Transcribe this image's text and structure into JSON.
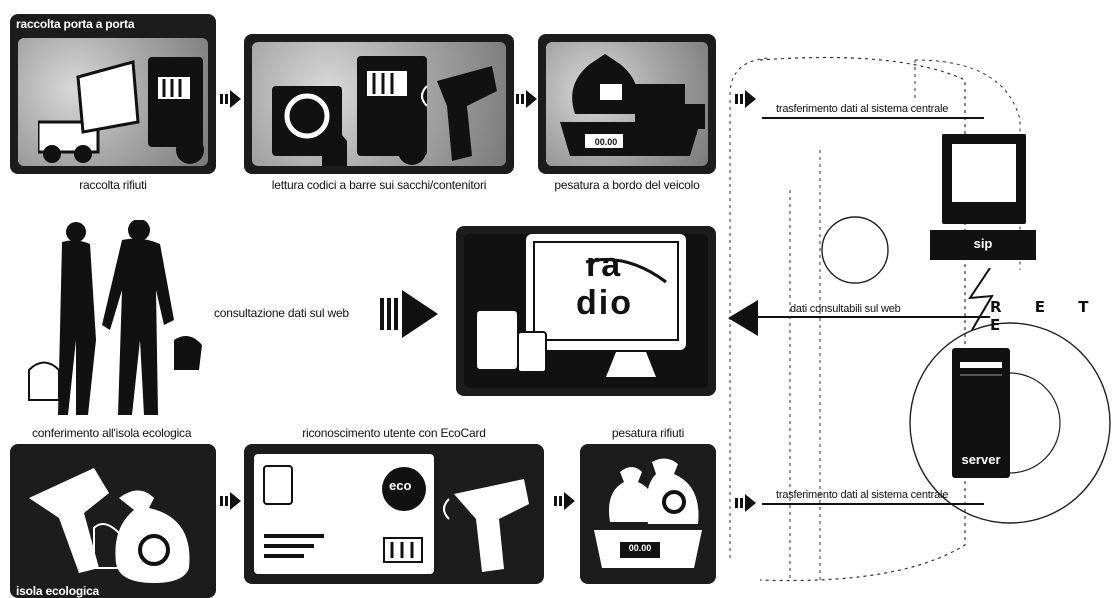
{
  "panels": {
    "collection": {
      "tag": "raccolta porta a porta",
      "caption": "raccolta rifiuti"
    },
    "barcode": {
      "caption": "lettura codici a barre sui sacchi/contenitori"
    },
    "weighing_vehicle": {
      "caption": "pesatura a bordo del veicolo",
      "scale_display": "00.00"
    },
    "web_consult": {
      "caption": "consultazione dati sul web",
      "logo_text_1": "ra",
      "logo_text_2": "dio"
    },
    "ecological_delivery": {
      "caption": "conferimento all'isola ecologica"
    },
    "isola": {
      "tag": "isola ecologica"
    },
    "ecocard": {
      "caption": "riconoscimento utente con EcoCard",
      "card_brand": "eco"
    },
    "weighing_waste": {
      "caption": "pesatura rifiuti",
      "scale_display": "00.00"
    }
  },
  "network": {
    "transfer_top": "trasferimento dati al sistema centrale",
    "web_data": "dati consultabili sul web",
    "transfer_bottom": "trasferimento dati al sistema centrale",
    "rete": "R E T E",
    "sip_label": "sip",
    "server_label": "server"
  }
}
